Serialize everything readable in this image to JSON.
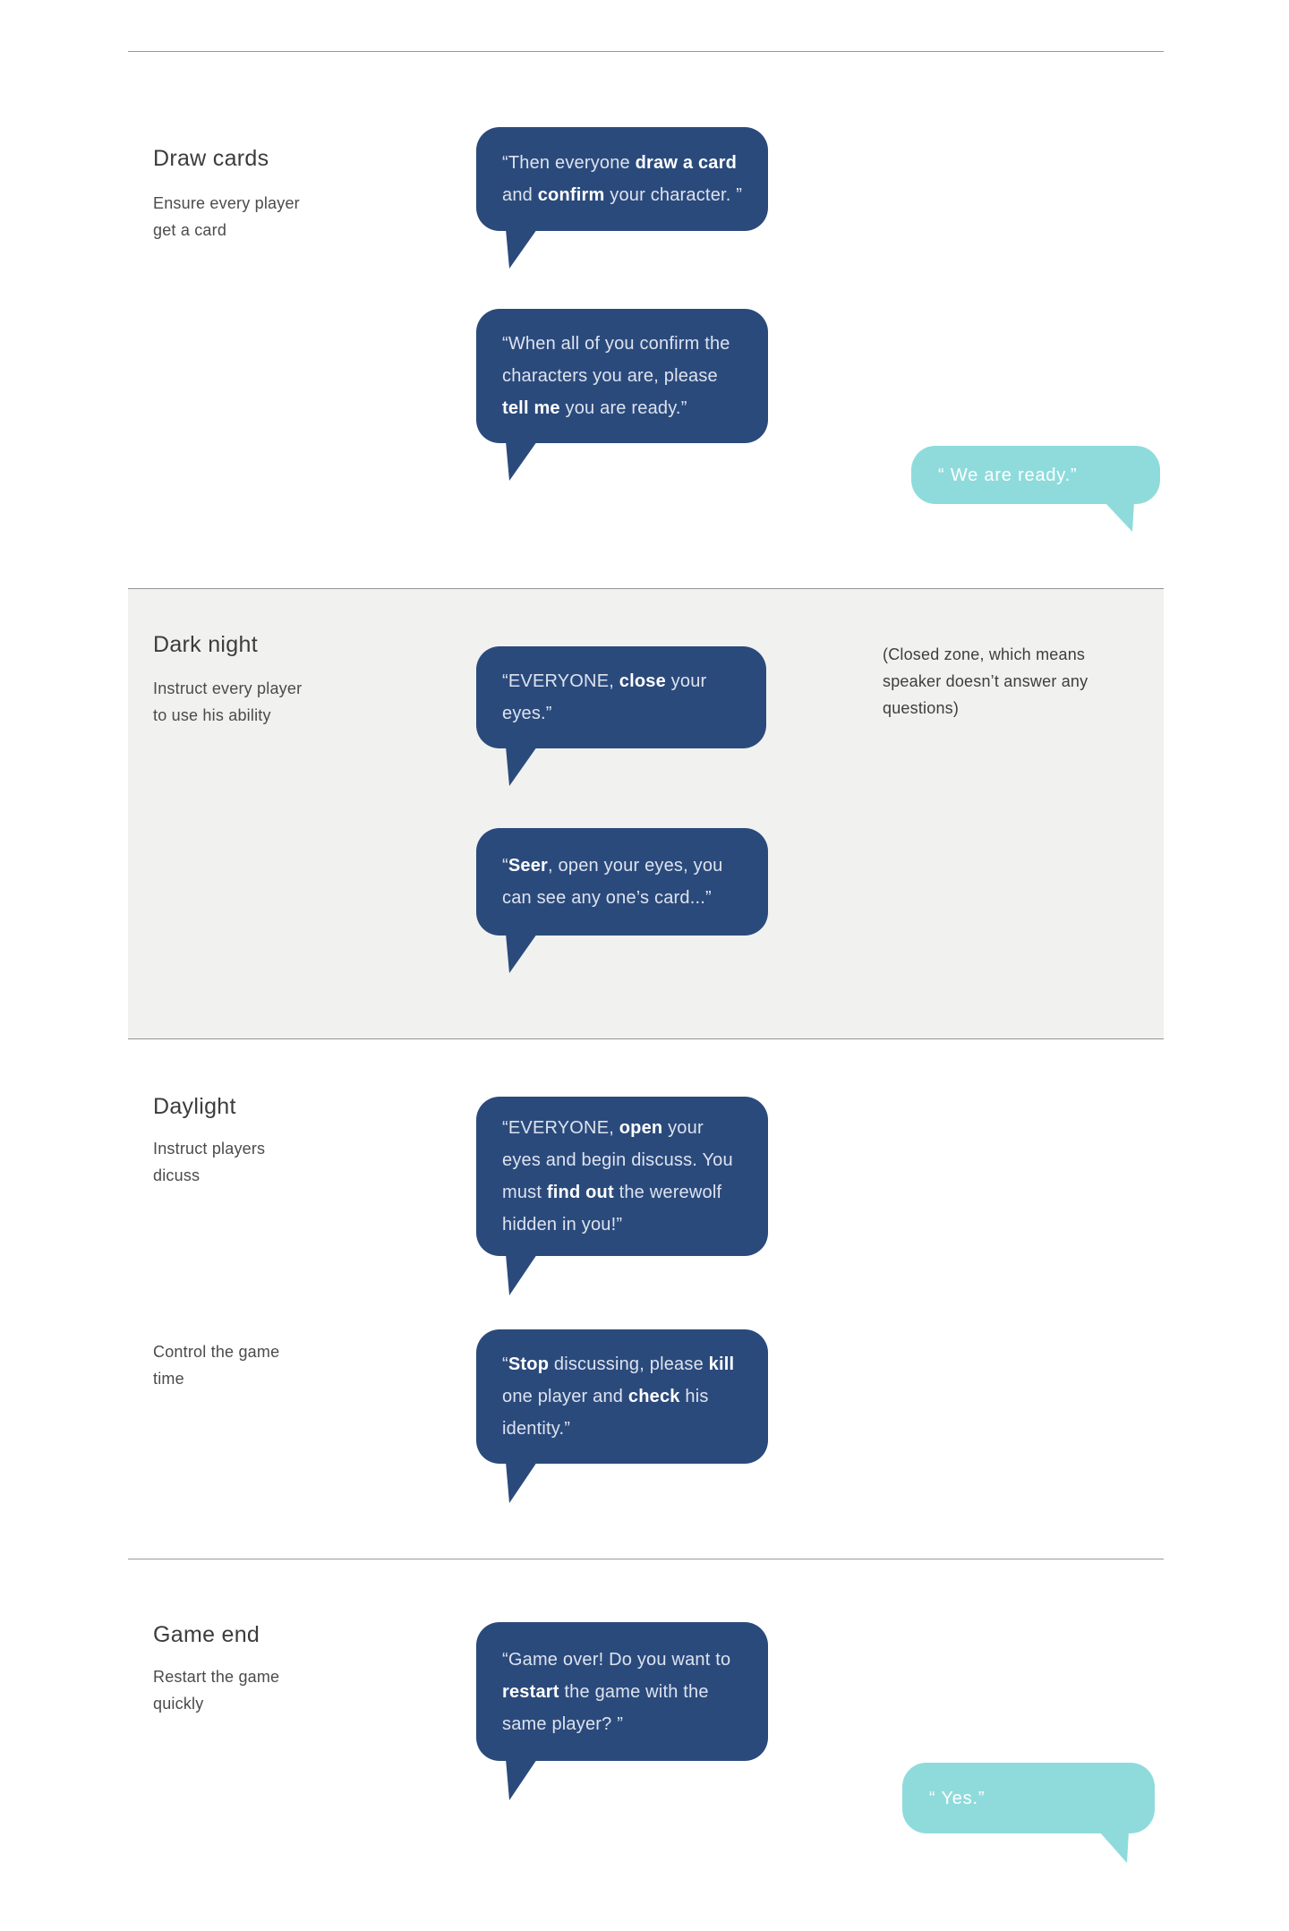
{
  "colors": {
    "assistant_bubble": "#2b4a7c",
    "user_bubble": "#8fdbdc",
    "section_band": "#f1f1ef",
    "divider": "#9a9a9a",
    "heading_text": "#3c3c3c",
    "note_text": "#4b4b4b"
  },
  "sections": [
    {
      "title": "Draw cards",
      "note": [
        "Ensure every player",
        "get a card"
      ]
    },
    {
      "title": "Dark night",
      "note": [
        "Instruct every player",
        "to use his ability"
      ],
      "annotation": [
        "(Closed zone, which means",
        "speaker doesn’t answer any",
        "questions)"
      ]
    },
    {
      "title": "Daylight",
      "note": [
        "Instruct players",
        "dicuss"
      ],
      "note2": [
        "Control the game",
        "time"
      ]
    },
    {
      "title": "Game end",
      "note": [
        "Restart the game",
        "quickly"
      ]
    }
  ],
  "conversation": {
    "draw_card": {
      "speaker": "assistant",
      "lines": [
        [
          [
            "“Then everyone ",
            0
          ],
          [
            "draw a card",
            1
          ]
        ],
        [
          [
            "and ",
            0
          ],
          [
            "confirm",
            1
          ],
          [
            " your character. ”",
            0
          ]
        ]
      ]
    },
    "confirm_ready": {
      "speaker": "assistant",
      "lines": [
        [
          [
            "“When all of you confirm the",
            0
          ]
        ],
        [
          [
            "characters you are, please",
            0
          ]
        ],
        [
          [
            "tell me",
            1
          ],
          [
            " you are ready.”",
            0
          ]
        ]
      ]
    },
    "we_are_ready": {
      "speaker": "user",
      "text": "“ We are ready.”"
    },
    "close_eyes": {
      "speaker": "assistant",
      "lines": [
        [
          [
            "“EVERYONE, ",
            0
          ],
          [
            "close",
            1
          ],
          [
            " your",
            0
          ]
        ],
        [
          [
            "eyes.”",
            0
          ]
        ]
      ]
    },
    "seer_open": {
      "speaker": "assistant",
      "lines": [
        [
          [
            "“",
            0
          ],
          [
            "Seer",
            1
          ],
          [
            ", open your eyes, you",
            0
          ]
        ],
        [
          [
            "can see any one’s card...”",
            0
          ]
        ]
      ]
    },
    "everyone_open": {
      "speaker": "assistant",
      "lines": [
        [
          [
            "“EVERYONE, ",
            0
          ],
          [
            "open",
            1
          ],
          [
            " your",
            0
          ]
        ],
        [
          [
            "eyes and begin discuss. You",
            0
          ]
        ],
        [
          [
            "must ",
            0
          ],
          [
            "find out",
            1
          ],
          [
            " the werewolf",
            0
          ]
        ],
        [
          [
            "hidden in you!”",
            0
          ]
        ]
      ]
    },
    "stop_discussing": {
      "speaker": "assistant",
      "lines": [
        [
          [
            "“",
            0
          ],
          [
            "Stop",
            1
          ],
          [
            " discussing, please ",
            0
          ],
          [
            "kill",
            1
          ]
        ],
        [
          [
            "one player and ",
            0
          ],
          [
            "check",
            1
          ],
          [
            " his",
            0
          ]
        ],
        [
          [
            "identity.”",
            0
          ]
        ]
      ]
    },
    "game_over": {
      "speaker": "assistant",
      "lines": [
        [
          [
            "“Game over! Do you want to",
            0
          ]
        ],
        [
          [
            "restart",
            1
          ],
          [
            " the game with the",
            0
          ]
        ],
        [
          [
            "same player? ”",
            0
          ]
        ]
      ]
    },
    "yes": {
      "speaker": "user",
      "text": "“ Yes.”"
    }
  }
}
